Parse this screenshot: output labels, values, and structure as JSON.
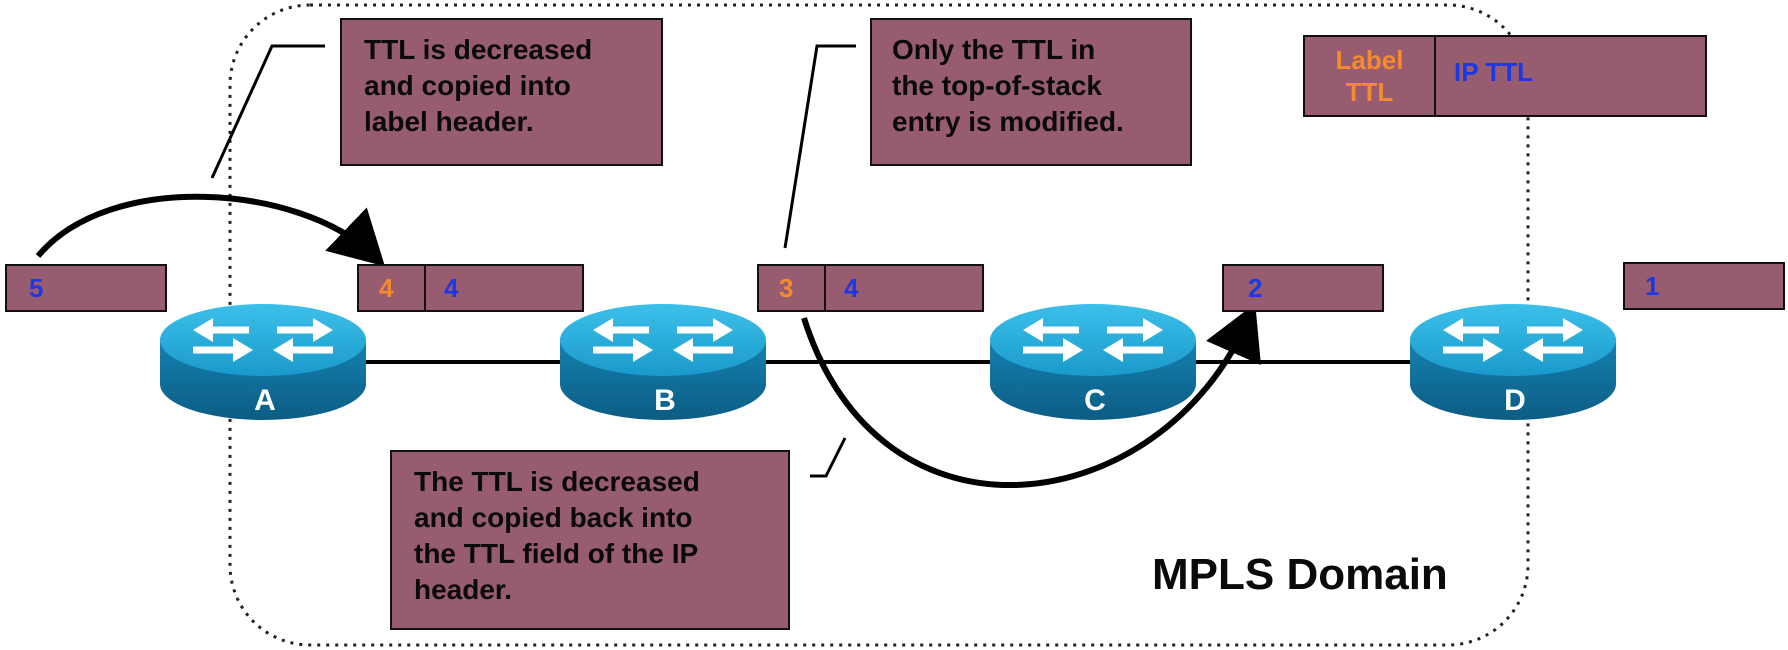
{
  "domain_label": "MPLS Domain",
  "legend": {
    "label_ttl_line1": "Label",
    "label_ttl_line2": "TTL",
    "ip_ttl": "IP TTL"
  },
  "routers": [
    {
      "name": "A"
    },
    {
      "name": "B"
    },
    {
      "name": "C"
    },
    {
      "name": "D"
    }
  ],
  "headers": [
    {
      "label_ttl": "",
      "ip_ttl": "5"
    },
    {
      "label_ttl": "4",
      "ip_ttl": "4"
    },
    {
      "label_ttl": "3",
      "ip_ttl": "4"
    },
    {
      "label_ttl": "",
      "ip_ttl": "2"
    },
    {
      "label_ttl": "",
      "ip_ttl": "1"
    }
  ],
  "notes": {
    "ingress": [
      "TTL is decreased",
      "and copied into",
      "label header."
    ],
    "transit": [
      "Only the TTL in",
      "the top-of-stack",
      "entry is modified."
    ],
    "egress": [
      "The TTL is decreased",
      "and copied back into",
      "the TTL field of the IP",
      "header."
    ]
  },
  "colors": {
    "box_fill": "#975C6F",
    "label_ttl_text": "#F58A2E",
    "ip_ttl_text": "#1A38E6",
    "router_top": "#1EA6D6",
    "router_side": "#0E6E98"
  }
}
